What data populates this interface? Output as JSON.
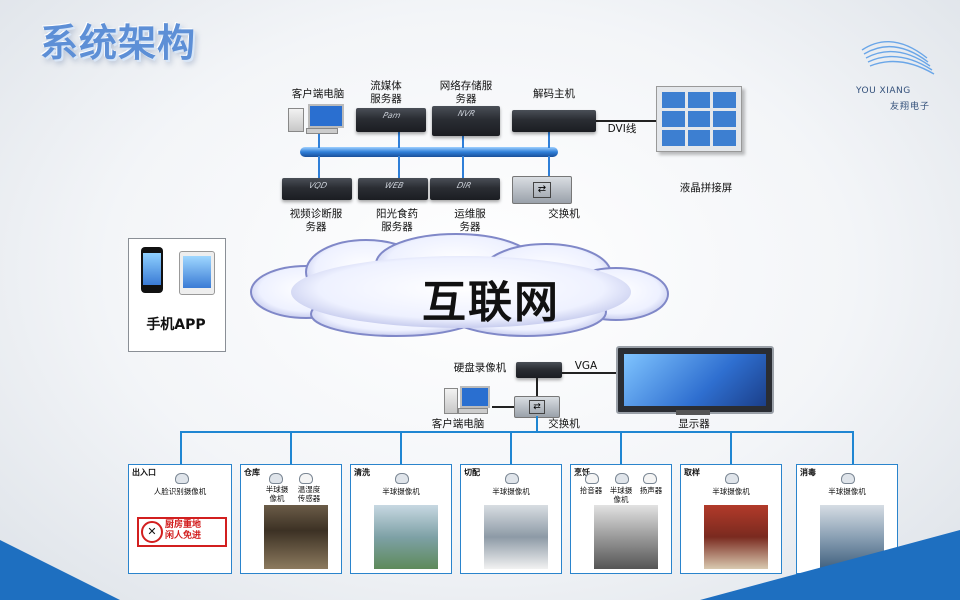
{
  "header": {
    "title": "系统架构"
  },
  "logo": {
    "en": "YOU XIANG",
    "cn": "友翔电子"
  },
  "top_nodes": {
    "client_pc": "客户端电脑",
    "streaming_server": "流媒体\n服务器",
    "nas_server": "网络存储服\n务器",
    "decoder": "解码主机",
    "dvi_label": "DVI线",
    "lcd_wall": "液晶拼接屏",
    "video_diag_server": "视频诊断服\n务器",
    "sunshine_server": "阳光食药\n服务器",
    "ops_server": "运维服\n务器",
    "switch": "交换机"
  },
  "server_tags": {
    "streaming": "Pam",
    "nas": "NVR",
    "vqd": "VQD",
    "web": "WEB",
    "dir": "DIR"
  },
  "mobile": {
    "label": "手机APP"
  },
  "internet": {
    "label": "互联网"
  },
  "site": {
    "dvr": "硬盘录像机",
    "vga_label": "VGA",
    "client_pc": "客户端电脑",
    "switch": "交换机",
    "monitor": "显示器"
  },
  "zones": [
    {
      "title": "出入口",
      "cams": [
        "人脸识别摄像机"
      ],
      "sign": "厨房重地\n闲人免进"
    },
    {
      "title": "仓库",
      "cams": [
        "半球摄\n像机",
        "温湿度\n传感器"
      ]
    },
    {
      "title": "清洗",
      "cams": [
        "半球摄像机"
      ]
    },
    {
      "title": "切配",
      "cams": [
        "半球摄像机"
      ]
    },
    {
      "title": "烹饪",
      "cams": [
        "拾音器",
        "半球摄\n像机",
        "扬声器"
      ]
    },
    {
      "title": "取样",
      "cams": [
        "半球摄像机"
      ]
    },
    {
      "title": "消毒",
      "cams": [
        "半球摄像机"
      ]
    }
  ],
  "colors": {
    "accent": "#1f86d2",
    "title": "#5d8fd6",
    "bus": "#2f7fd8",
    "wave": "#1e6fc0"
  }
}
